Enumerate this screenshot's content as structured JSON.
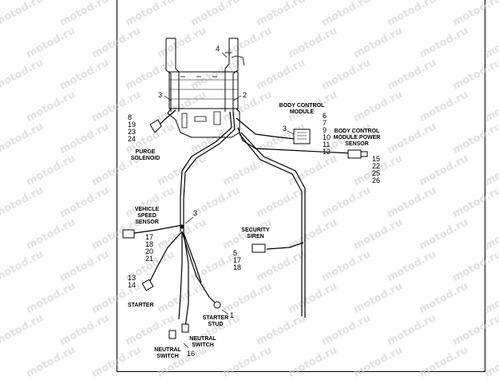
{
  "watermark": "motod.ru",
  "colors": {
    "line": "#000000",
    "watermark": "#c9c9c9",
    "background": "#ffffff"
  },
  "callouts": {
    "c4": "4",
    "c3_top": "3",
    "c2": "2",
    "c3_bcm": "3",
    "c3_mid": "3",
    "c1": "1",
    "c16": "16",
    "purge_nums": [
      "8",
      "19",
      "23",
      "24"
    ],
    "bcm_nums": [
      "6",
      "7",
      "9",
      "10",
      "11",
      "12"
    ],
    "bcm_power_nums": [
      "15",
      "22",
      "25",
      "26"
    ],
    "vss_nums": [
      "17",
      "18",
      "20",
      "21"
    ],
    "siren_nums": [
      "5",
      "17",
      "18"
    ],
    "starter_nums": [
      "13",
      "14"
    ]
  },
  "labels": {
    "purge_solenoid": [
      "PURGE",
      "SOLENOID"
    ],
    "body_control_module": [
      "BODY CONTROL",
      "MODULE"
    ],
    "bcm_power_sensor": [
      "BODY CONTROL",
      "MODULE POWER",
      "SENSOR"
    ],
    "vehicle_speed_sensor": [
      "VEHICLE",
      "SPEED",
      "SENSOR"
    ],
    "security_siren": [
      "SECURITY",
      "SIREN"
    ],
    "starter": "STARTER",
    "starter_stud": [
      "STARTER",
      "STUD"
    ],
    "neutral_switch_right": [
      "NEUTRAL",
      "SWITCH"
    ],
    "neutral_switch_left": [
      "NEUTRAL",
      "SWITCH"
    ]
  }
}
